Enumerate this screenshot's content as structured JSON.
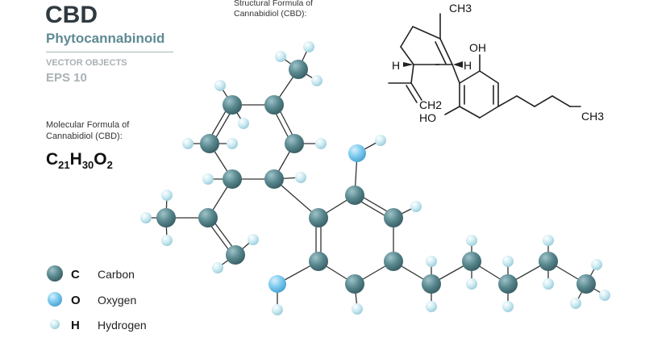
{
  "header": {
    "title": "CBD",
    "subtitle": "Phytocannabinoid",
    "vector_line1": "VECTOR OBJECTS",
    "vector_line2": "EPS 10"
  },
  "molecular_formula": {
    "caption_line1": "Molecular Formula of",
    "caption_line2": "Cannabidiol (CBD):",
    "parts": [
      {
        "el": "C",
        "n": "21"
      },
      {
        "el": "H",
        "n": "30"
      },
      {
        "el": "O",
        "n": "2"
      }
    ]
  },
  "structural_formula": {
    "caption_line1": "Structural  Formula of",
    "caption_line2": "Cannabidiol (CBD):",
    "labels": {
      "ch3_top": "CH3",
      "oh_top": "OH",
      "h_left": "H",
      "h_right": "H",
      "ch2": "CH2",
      "ho": "HO",
      "ch3_tail": "CH3"
    }
  },
  "legend": [
    {
      "symbol": "C",
      "name": "Carbon",
      "color": "#5a8990"
    },
    {
      "symbol": "O",
      "name": "Oxygen",
      "color": "#7ccaf0"
    },
    {
      "symbol": "H",
      "name": "Hydrogen",
      "color": "#c9e9f1"
    }
  ],
  "colors": {
    "carbon": "#5a8990",
    "oxygen": "#7ccaf0",
    "hydrogen": "#c9e9f1",
    "bond": "#333333"
  }
}
